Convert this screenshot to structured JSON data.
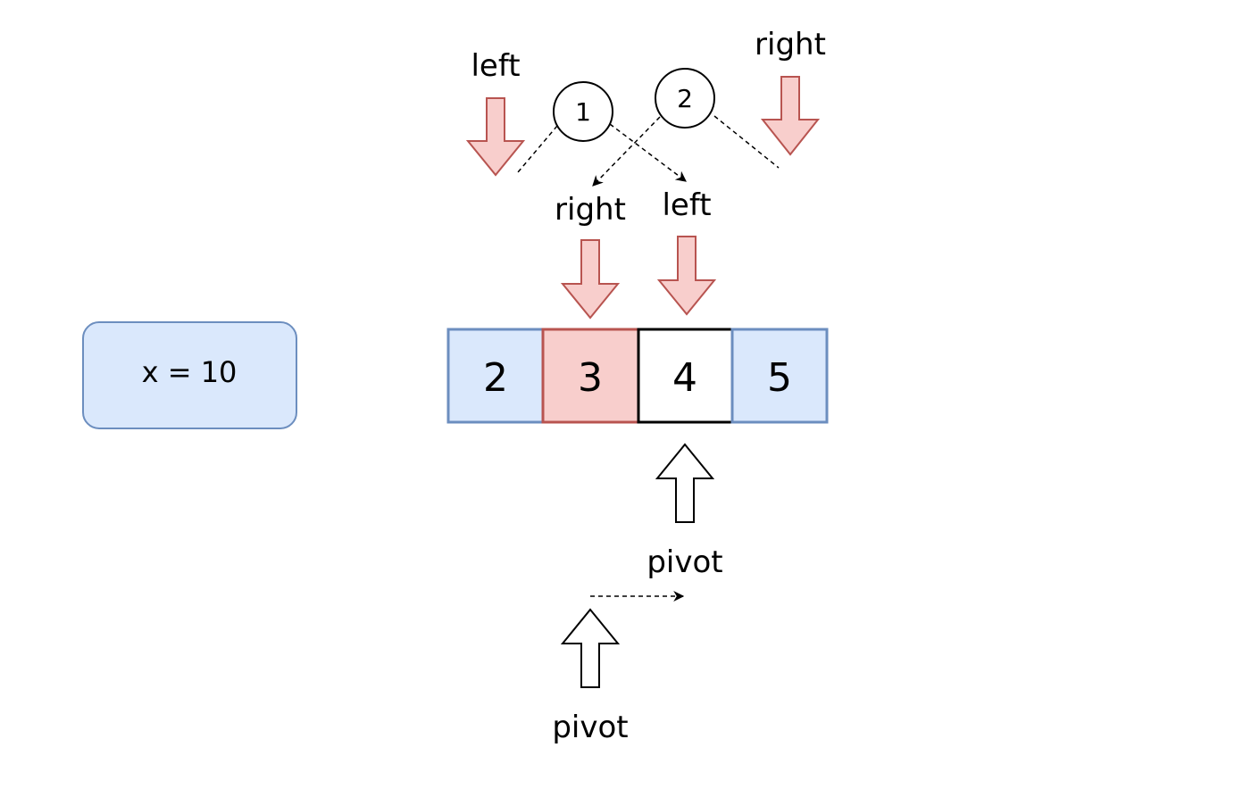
{
  "variable_box": {
    "text": "x = 10"
  },
  "array_cells": [
    {
      "value": "2",
      "state": "blue"
    },
    {
      "value": "3",
      "state": "red"
    },
    {
      "value": "4",
      "state": "white"
    },
    {
      "value": "5",
      "state": "blue"
    }
  ],
  "pointers": {
    "top_left": "left",
    "top_right": "right",
    "mid_right": "right",
    "mid_left": "left"
  },
  "pivots": {
    "upper": "pivot",
    "lower": "pivot"
  },
  "steps": {
    "step1": "1",
    "step2": "2"
  },
  "colors": {
    "blue_fill": "#dae8fc",
    "blue_stroke": "#6c8ebf",
    "red_fill": "#f8cecc",
    "red_stroke": "#b85450"
  }
}
